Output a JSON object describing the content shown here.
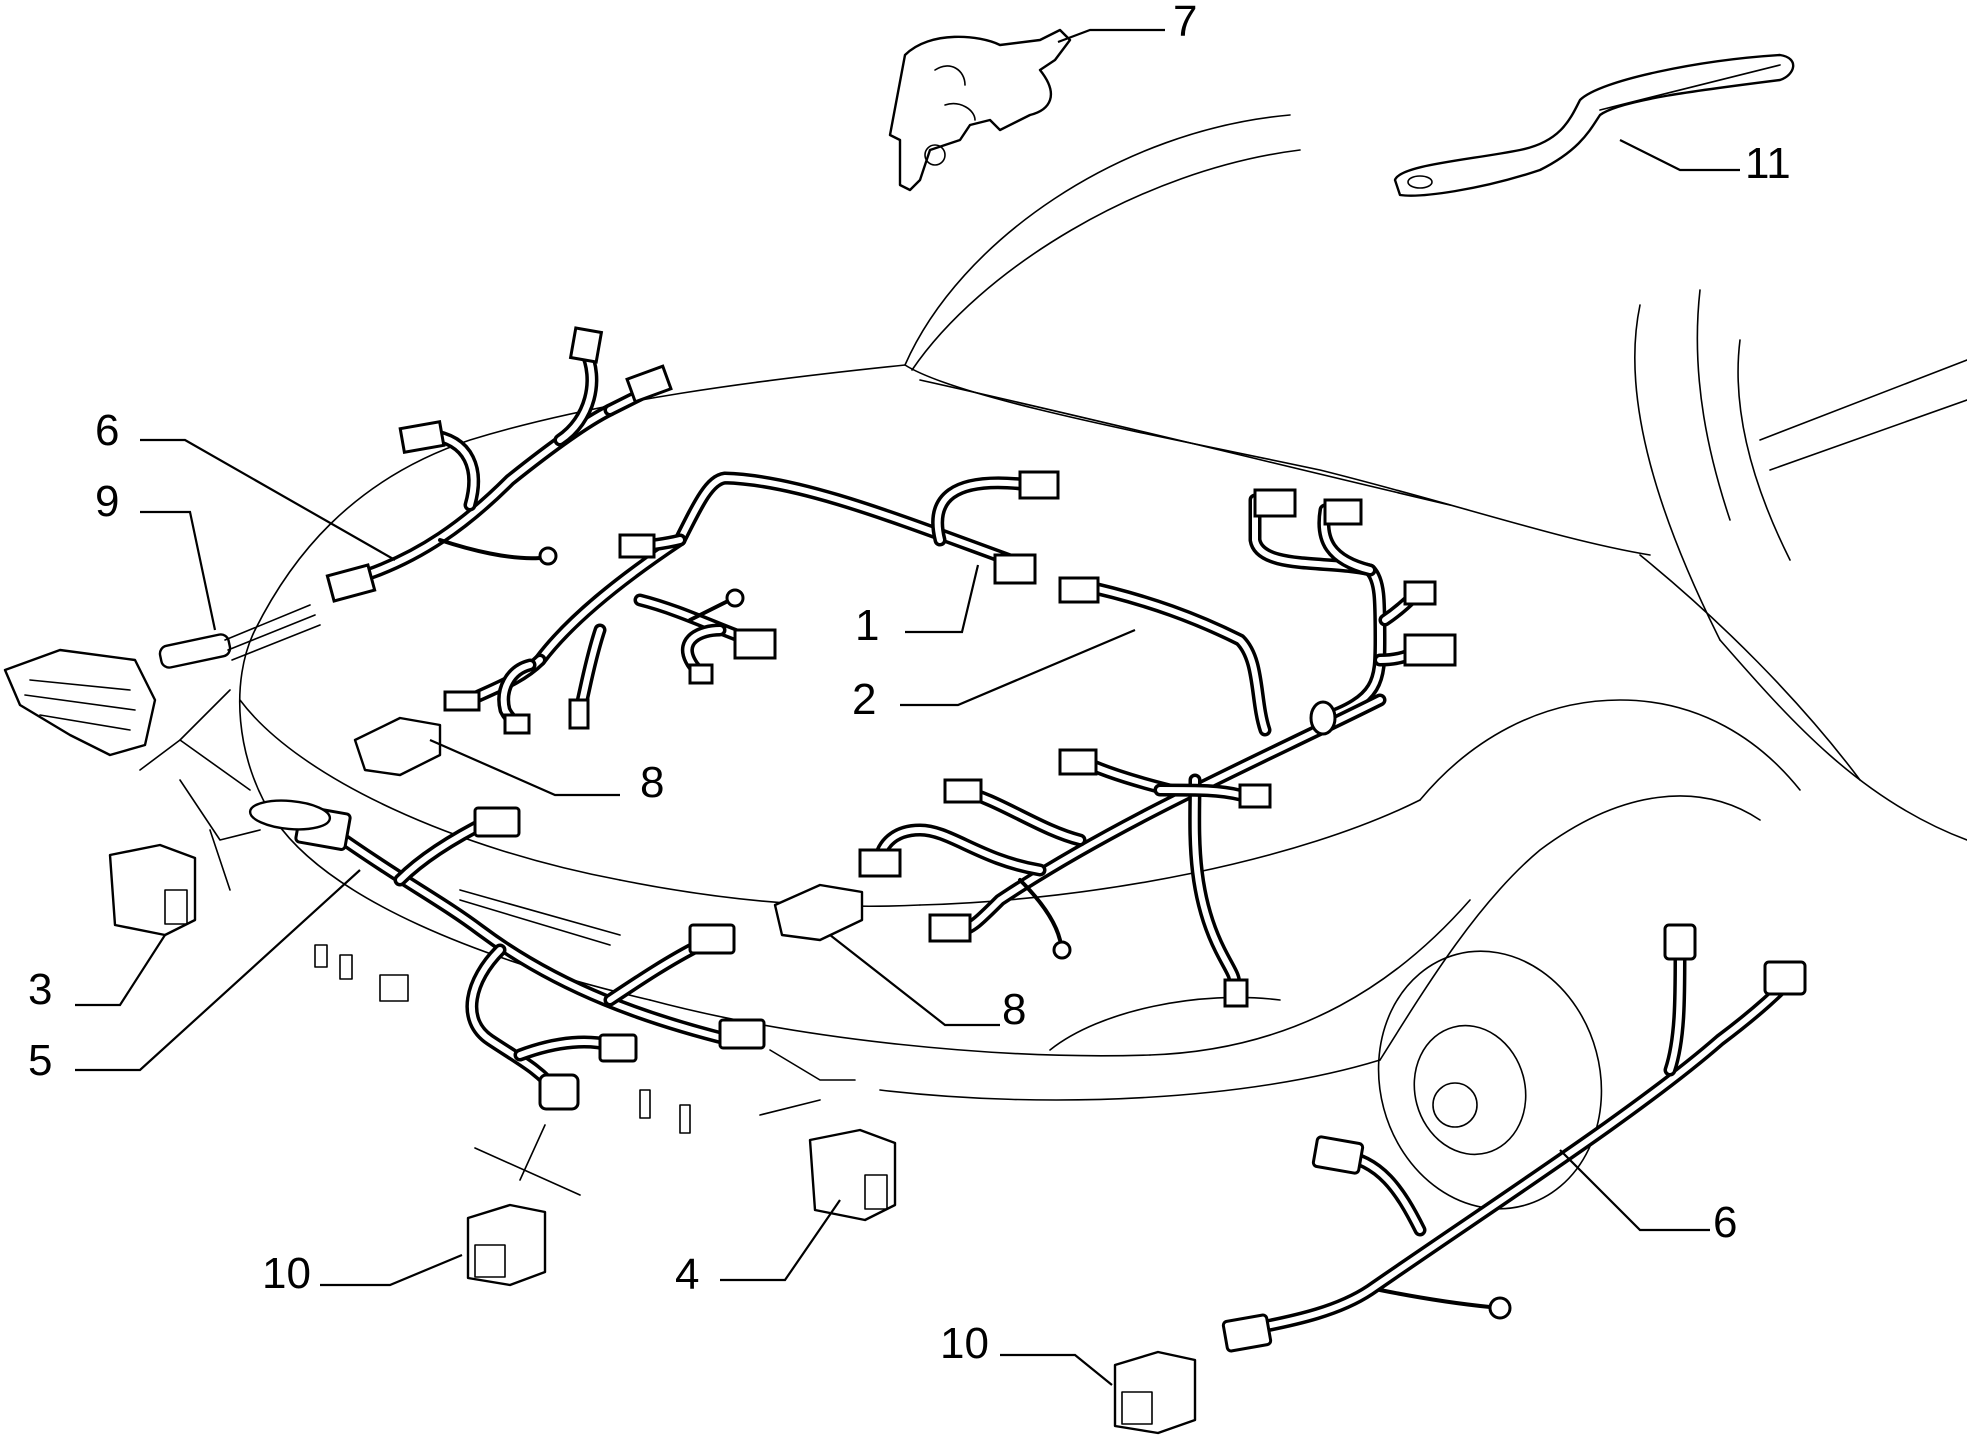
{
  "diagram": {
    "callouts": [
      "1",
      "2",
      "3",
      "4",
      "5",
      "6",
      "6",
      "7",
      "8",
      "8",
      "9",
      "10",
      "10",
      "11"
    ]
  }
}
